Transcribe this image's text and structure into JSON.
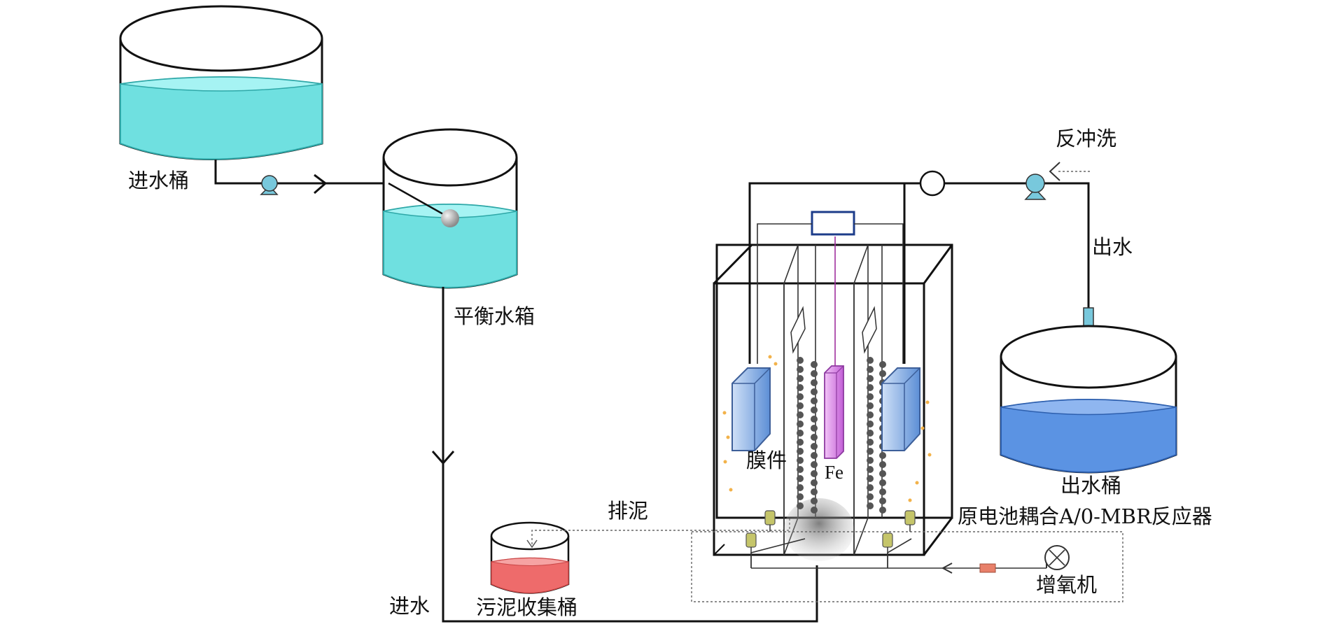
{
  "labels": {
    "influent_bucket": "进水桶",
    "balance_tank": "平衡水箱",
    "backwash": "反冲洗",
    "effluent": "出水",
    "effluent_bucket": "出水桶",
    "membrane": "膜件",
    "fe": "Fe",
    "sludge_discharge": "排泥",
    "reactor": "原电池耦合A/0-MBR反应器",
    "influent": "进水",
    "sludge_bucket": "污泥收集桶",
    "aerator": "增氧机"
  },
  "colors": {
    "influent_water": "#6fe0e0",
    "effluent_water": "#5b93e3",
    "sludge": "#ee6b6b",
    "membrane": "#7aa7e3",
    "fe_plate": "#d884e6",
    "pump": "#78c8dc",
    "diffuser": "#c5c56a"
  }
}
